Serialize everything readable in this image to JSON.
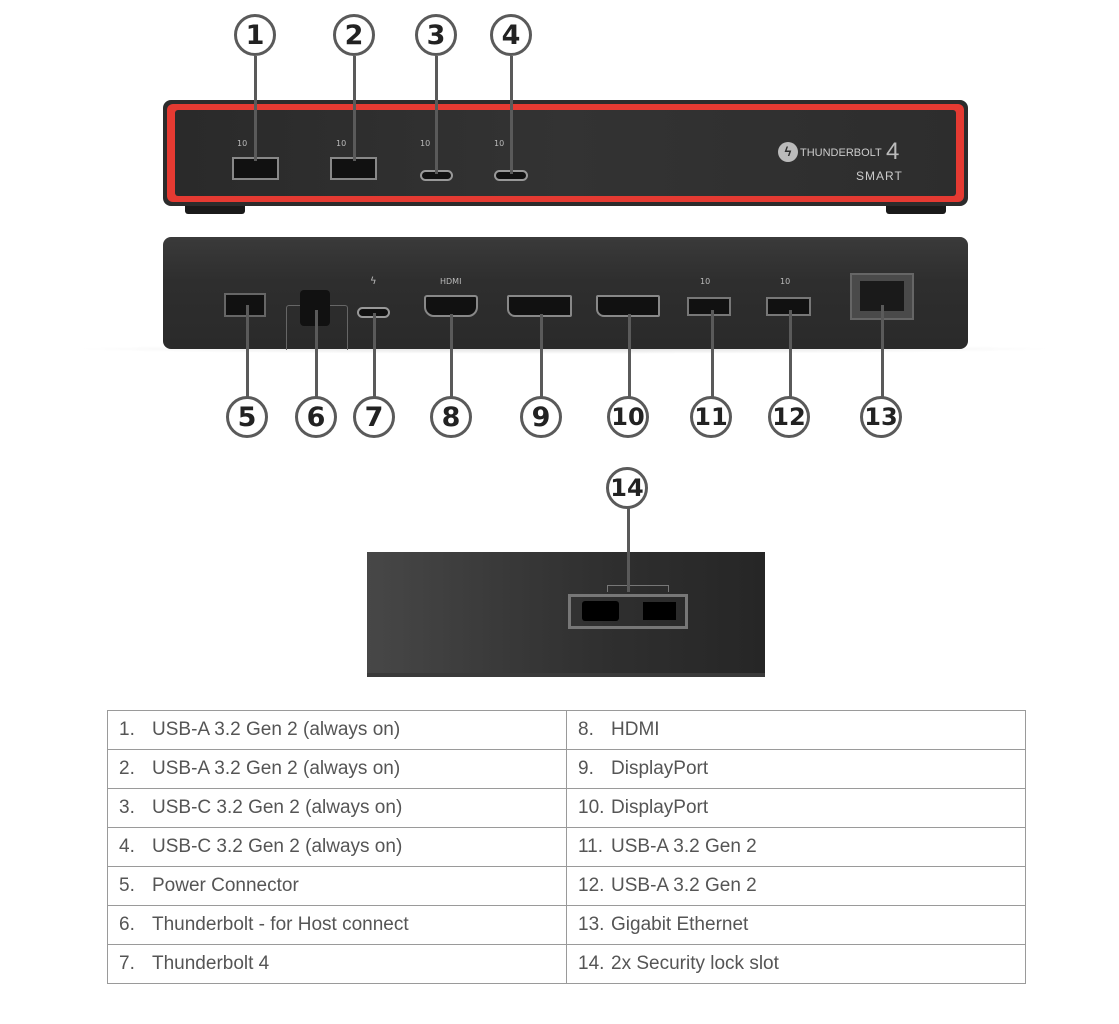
{
  "callouts_top": [
    "1",
    "2",
    "3",
    "4"
  ],
  "callouts_bottom": [
    "5",
    "6",
    "7",
    "8",
    "9",
    "10",
    "11",
    "12",
    "13"
  ],
  "callout_side": "14",
  "front_panel": {
    "port_speed_label": "10",
    "brand": "THUNDERBOLT",
    "brand_number": "4",
    "model": "SMART"
  },
  "back_panel": {
    "hdmi_label": "HDMI",
    "usb_speed_label": "10"
  },
  "colors": {
    "accent_red": "#e53a32",
    "callout": "#5a5a5a",
    "table_text": "#555555"
  },
  "legend": [
    {
      "num": "1.",
      "label": "USB-A 3.2 Gen 2 (always on)"
    },
    {
      "num": "2.",
      "label": "USB-A 3.2 Gen 2 (always on)"
    },
    {
      "num": "3.",
      "label": "USB-C 3.2 Gen 2 (always on)"
    },
    {
      "num": "4.",
      "label": "USB-C 3.2 Gen 2 (always on)"
    },
    {
      "num": "5.",
      "label": "Power Connector"
    },
    {
      "num": "6.",
      "label": "Thunderbolt - for Host connect"
    },
    {
      "num": "7.",
      "label": "Thunderbolt 4"
    },
    {
      "num": "8.",
      "label": "HDMI"
    },
    {
      "num": "9.",
      "label": "DisplayPort"
    },
    {
      "num": "10.",
      "label": "DisplayPort"
    },
    {
      "num": "11.",
      "label": "USB-A 3.2 Gen 2"
    },
    {
      "num": "12.",
      "label": "USB-A 3.2 Gen 2"
    },
    {
      "num": "13.",
      "label": "Gigabit Ethernet"
    },
    {
      "num": "14.",
      "label": "2x Security lock slot"
    }
  ]
}
